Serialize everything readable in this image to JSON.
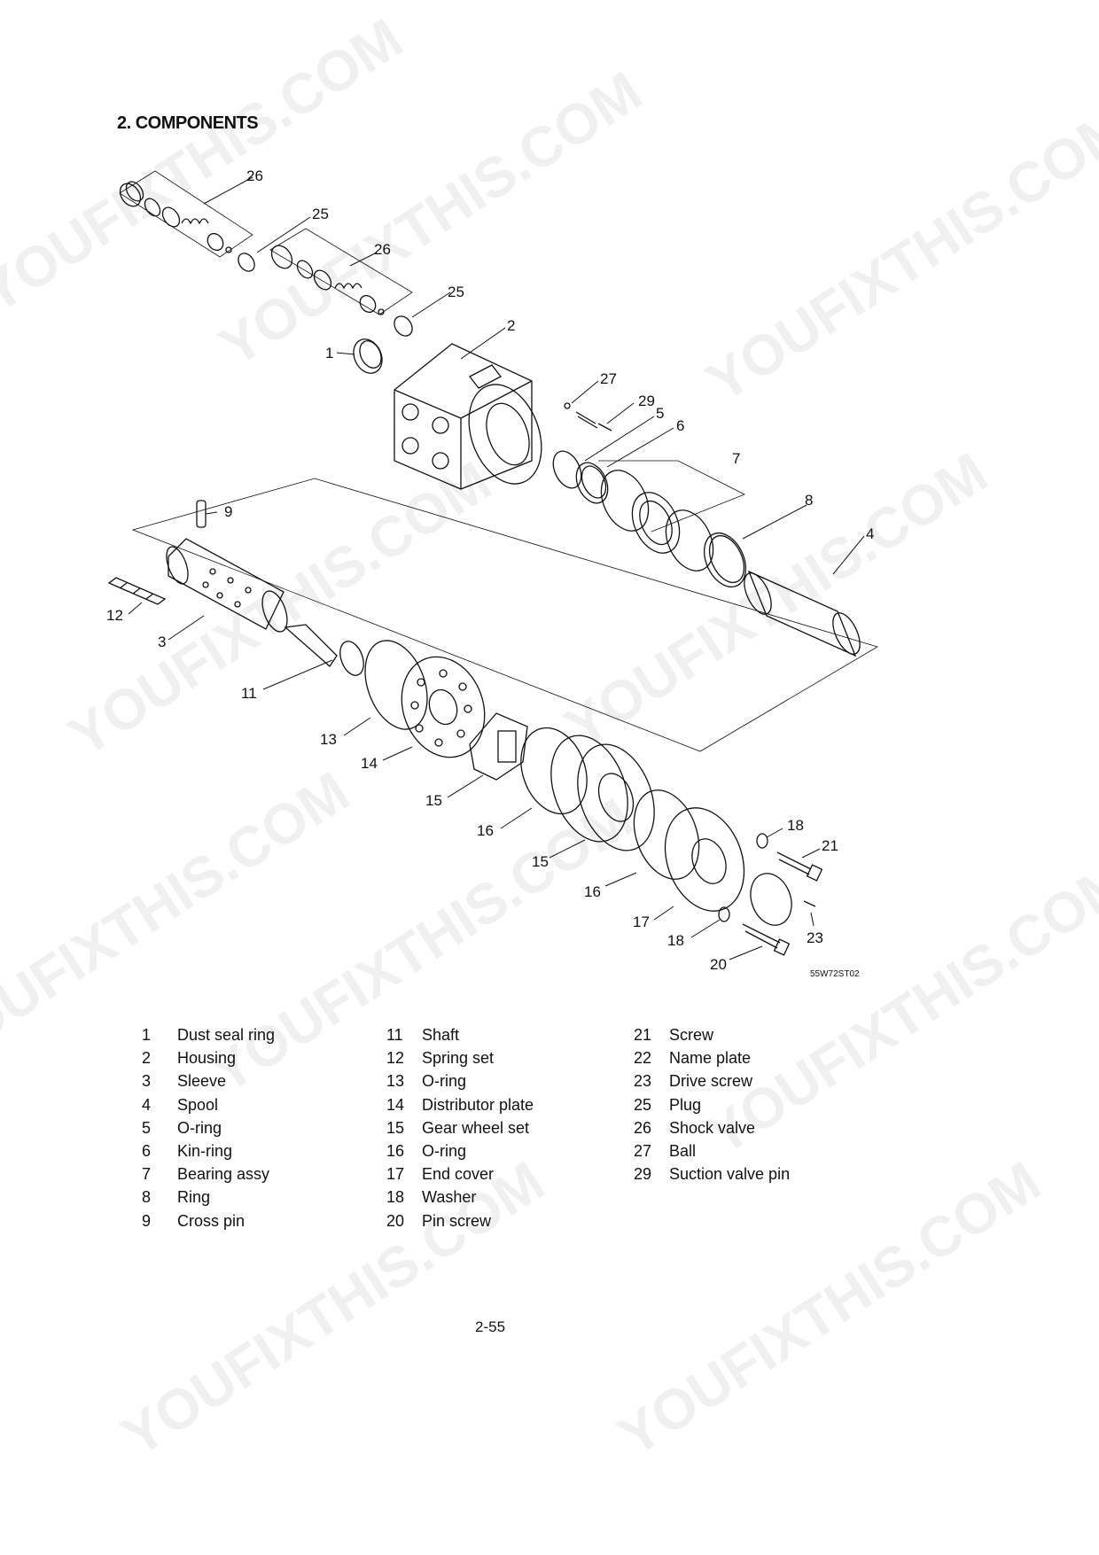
{
  "section_title": "2. COMPONENTS",
  "figure_code": "55W72ST02",
  "page_number": "2-55",
  "watermark": "YOUFIXTHIS.COM",
  "callouts": [
    "26",
    "25",
    "26",
    "25",
    "2",
    "1",
    "27",
    "29",
    "5",
    "6",
    "7",
    "8",
    "4",
    "9",
    "12",
    "3",
    "11",
    "13",
    "14",
    "15",
    "16",
    "15",
    "16",
    "18",
    "21",
    "17",
    "18",
    "23",
    "20"
  ],
  "parts_columns": [
    [
      {
        "num": "1",
        "name": "Dust seal ring"
      },
      {
        "num": "2",
        "name": "Housing"
      },
      {
        "num": "3",
        "name": "Sleeve"
      },
      {
        "num": "4",
        "name": "Spool"
      },
      {
        "num": "5",
        "name": "O-ring"
      },
      {
        "num": "6",
        "name": "Kin-ring"
      },
      {
        "num": "7",
        "name": "Bearing assy"
      },
      {
        "num": "8",
        "name": "Ring"
      },
      {
        "num": "9",
        "name": "Cross pin"
      }
    ],
    [
      {
        "num": "11",
        "name": "Shaft"
      },
      {
        "num": "12",
        "name": "Spring set"
      },
      {
        "num": "13",
        "name": "O-ring"
      },
      {
        "num": "14",
        "name": "Distributor plate"
      },
      {
        "num": "15",
        "name": "Gear wheel set"
      },
      {
        "num": "16",
        "name": "O-ring"
      },
      {
        "num": "17",
        "name": "End cover"
      },
      {
        "num": "18",
        "name": "Washer"
      },
      {
        "num": "20",
        "name": "Pin screw"
      }
    ],
    [
      {
        "num": "21",
        "name": "Screw"
      },
      {
        "num": "22",
        "name": "Name plate"
      },
      {
        "num": "23",
        "name": "Drive screw"
      },
      {
        "num": "25",
        "name": "Plug"
      },
      {
        "num": "26",
        "name": "Shock valve"
      },
      {
        "num": "27",
        "name": "Ball"
      },
      {
        "num": "29",
        "name": "Suction valve pin"
      }
    ]
  ]
}
